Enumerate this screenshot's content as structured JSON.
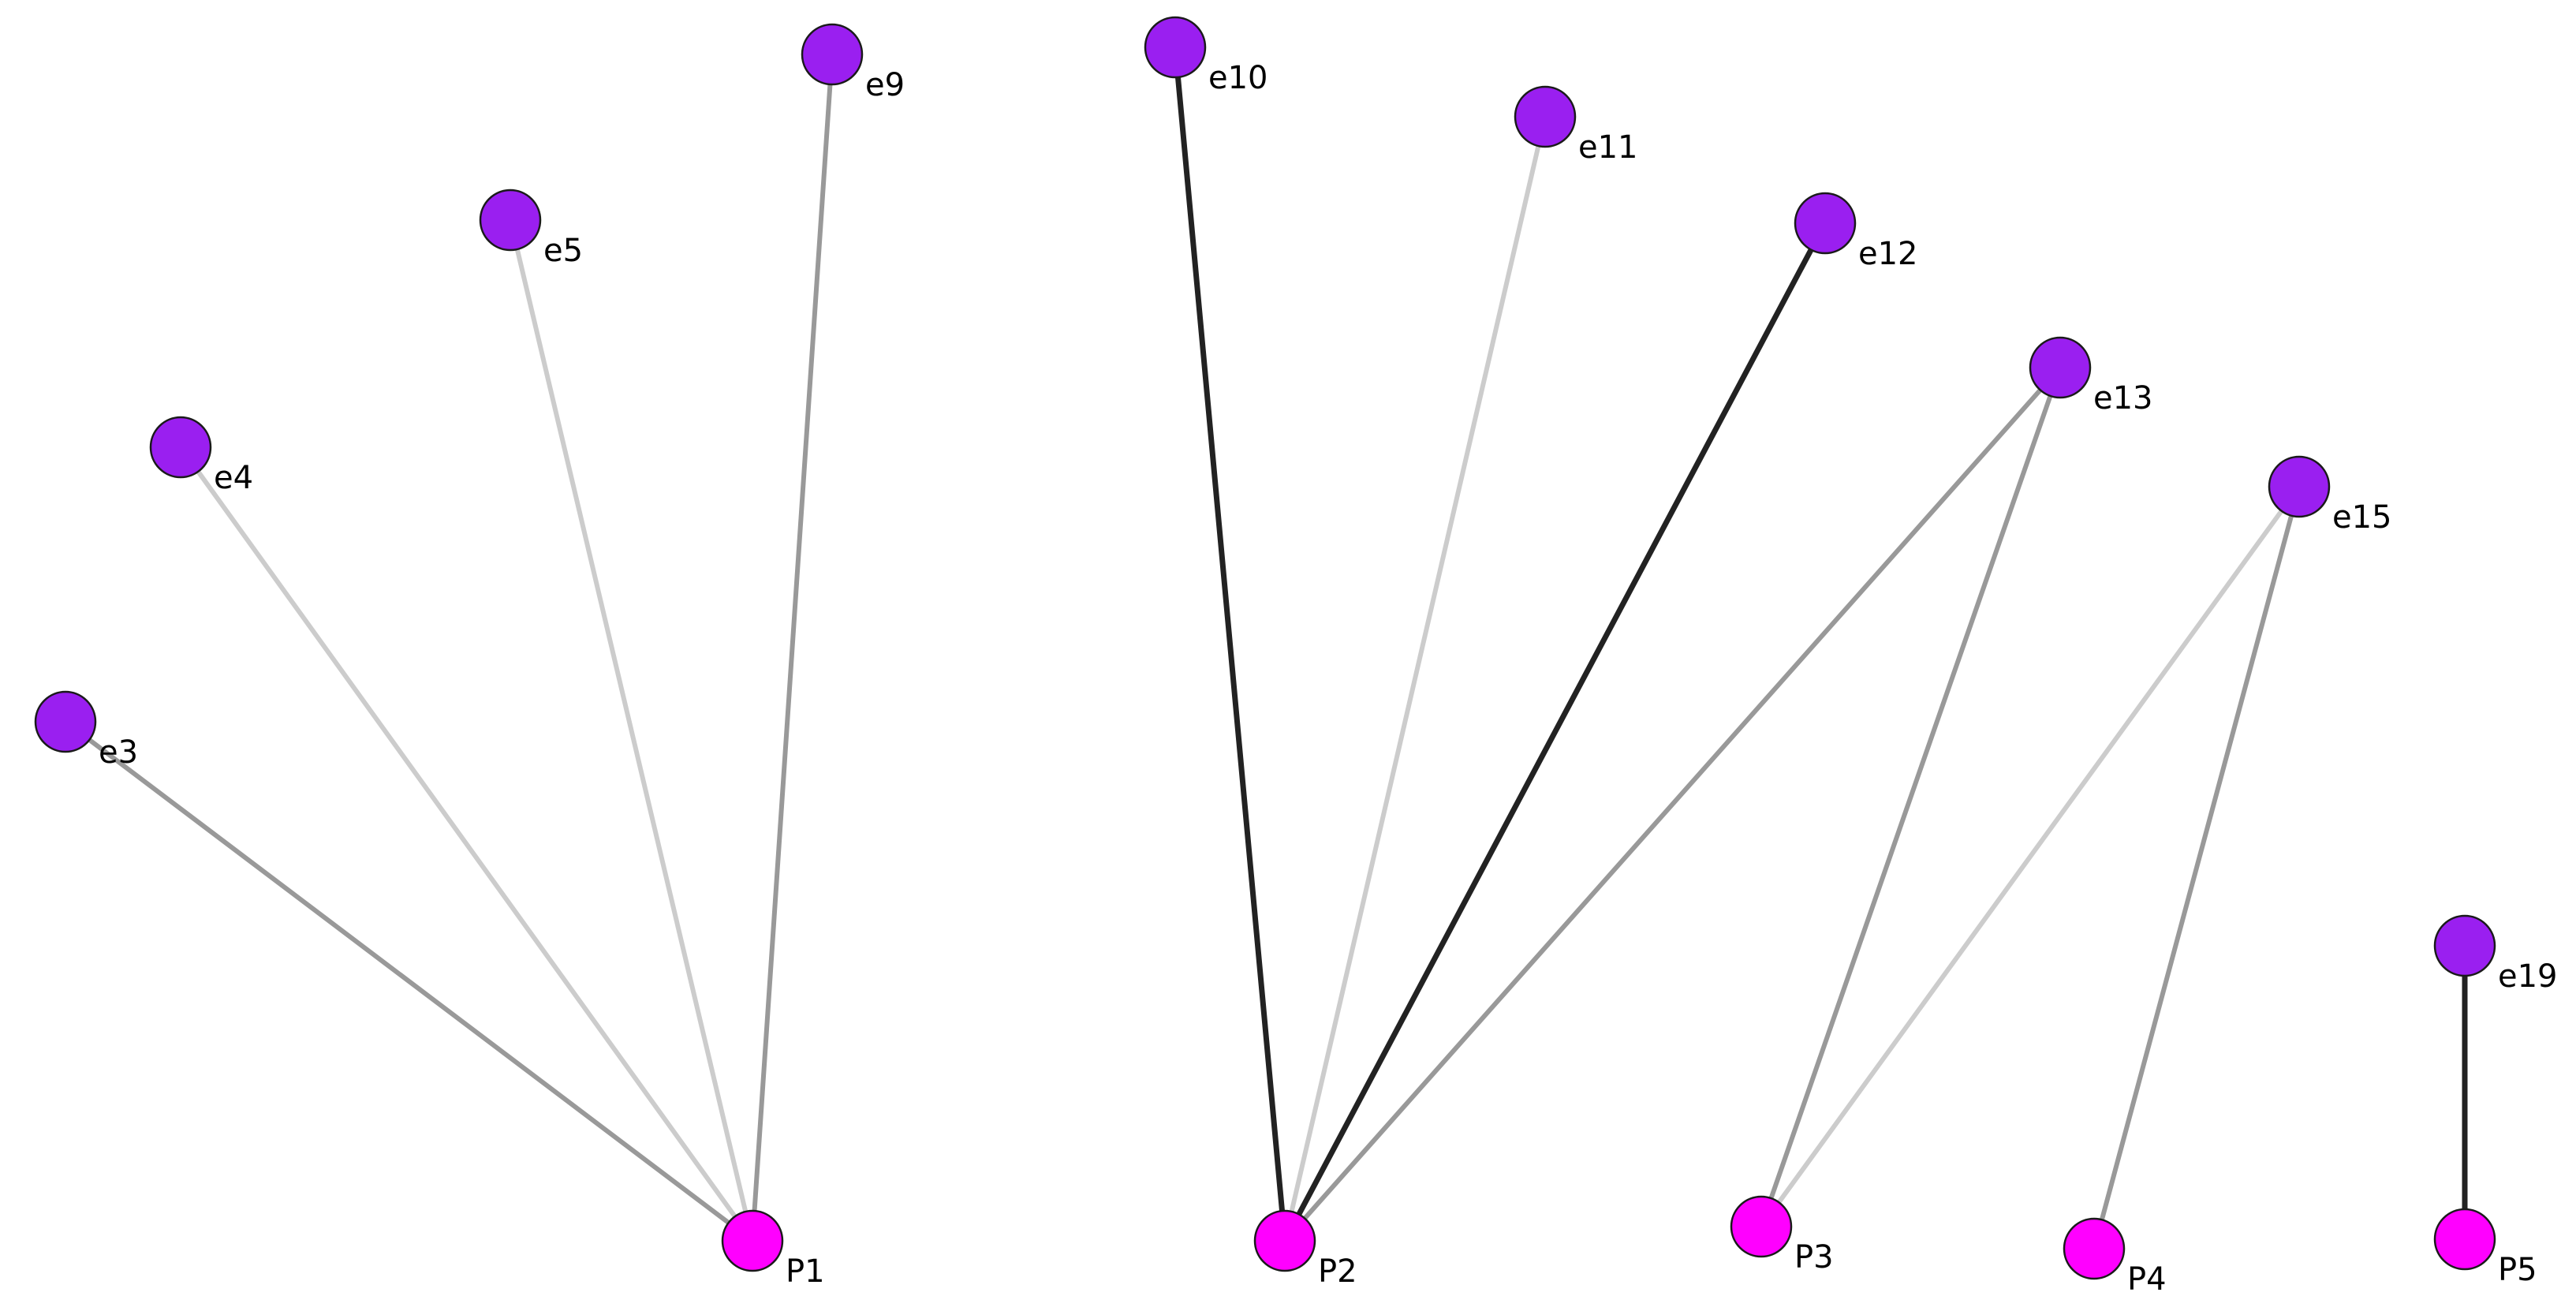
{
  "colors": {
    "event_node": "#9a1ff0",
    "person_node": "#ff00ff",
    "edge_strong": "#222222",
    "edge_medium": "#999999",
    "edge_light": "#cccccc"
  },
  "nodes": [
    {
      "id": "e3",
      "label": "e3",
      "kind": "event"
    },
    {
      "id": "e4",
      "label": "e4",
      "kind": "event"
    },
    {
      "id": "e5",
      "label": "e5",
      "kind": "event"
    },
    {
      "id": "e9",
      "label": "e9",
      "kind": "event"
    },
    {
      "id": "e10",
      "label": "e10",
      "kind": "event"
    },
    {
      "id": "e11",
      "label": "e11",
      "kind": "event"
    },
    {
      "id": "e12",
      "label": "e12",
      "kind": "event"
    },
    {
      "id": "e13",
      "label": "e13",
      "kind": "event"
    },
    {
      "id": "e15",
      "label": "e15",
      "kind": "event"
    },
    {
      "id": "e19",
      "label": "e19",
      "kind": "event"
    },
    {
      "id": "P1",
      "label": "P1",
      "kind": "person"
    },
    {
      "id": "P2",
      "label": "P2",
      "kind": "person"
    },
    {
      "id": "P3",
      "label": "P3",
      "kind": "person"
    },
    {
      "id": "P4",
      "label": "P4",
      "kind": "person"
    },
    {
      "id": "P5",
      "label": "P5",
      "kind": "person"
    }
  ],
  "edges": [
    {
      "from": "e3",
      "to": "P1",
      "weight": "medium"
    },
    {
      "from": "e4",
      "to": "P1",
      "weight": "light"
    },
    {
      "from": "e5",
      "to": "P1",
      "weight": "light"
    },
    {
      "from": "e9",
      "to": "P1",
      "weight": "medium"
    },
    {
      "from": "e10",
      "to": "P2",
      "weight": "strong"
    },
    {
      "from": "e11",
      "to": "P2",
      "weight": "light"
    },
    {
      "from": "e12",
      "to": "P2",
      "weight": "strong"
    },
    {
      "from": "e13",
      "to": "P2",
      "weight": "medium"
    },
    {
      "from": "e13",
      "to": "P3",
      "weight": "medium"
    },
    {
      "from": "e15",
      "to": "P3",
      "weight": "light"
    },
    {
      "from": "e15",
      "to": "P4",
      "weight": "medium"
    },
    {
      "from": "e19",
      "to": "P5",
      "weight": "strong"
    }
  ]
}
